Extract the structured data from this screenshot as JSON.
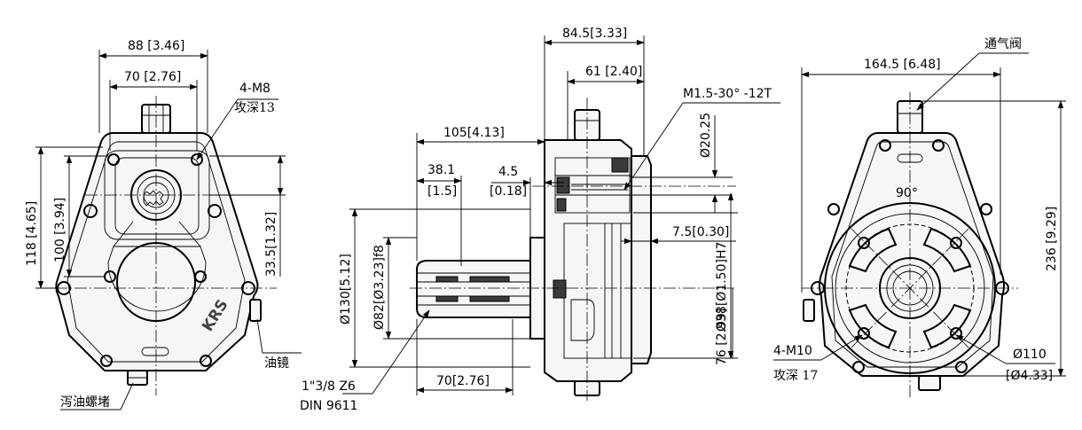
{
  "front_view": {
    "dims": {
      "top_outer": "88 [3.46]",
      "top_inner": "70 [2.76]",
      "height_outer": "118 [4.65]",
      "height_inner": "100 [3.94]",
      "right_offset": "33.5[1.32]"
    },
    "callouts": {
      "thread": "4-M8",
      "thread_depth": "攻深13",
      "sight_glass": "油镜",
      "drain_plug": "泻油螺堵"
    },
    "logo": "KRS"
  },
  "side_view": {
    "dims": {
      "top_total": "84.5[3.33]",
      "top_flange": "61 [2.40]",
      "shaft_length": "105[4.13]",
      "spline_len": "38.1",
      "spline_len_in": "[1.5]",
      "offset": "4.5",
      "offset_in": "[0.18]",
      "bottom_length": "70[2.76]",
      "spline_spec": "M1.5-30° -12T",
      "bore_dia": "Ø20.25",
      "pilot_step": "7.5[0.30]",
      "pilot_dia": "Ø38[Ø1.50]H7",
      "flange_dia": "Ø130[5.12]",
      "shaft_dia": "Ø82[Ø3.23]f8",
      "center_height": "76 [2.99]"
    },
    "callouts": {
      "shaft_spec": "1\"3/8 Z6",
      "shaft_std": "DIN 9611"
    }
  },
  "rear_view": {
    "dims": {
      "width": "164.5 [6.48]",
      "height": "236 [9.29]",
      "angle": "90°",
      "pcd": "Ø110",
      "pcd_in": "[Ø4.33]"
    },
    "callouts": {
      "vent": "通气阀",
      "thread": "4-M10",
      "thread_depth": "攻深 17"
    }
  }
}
